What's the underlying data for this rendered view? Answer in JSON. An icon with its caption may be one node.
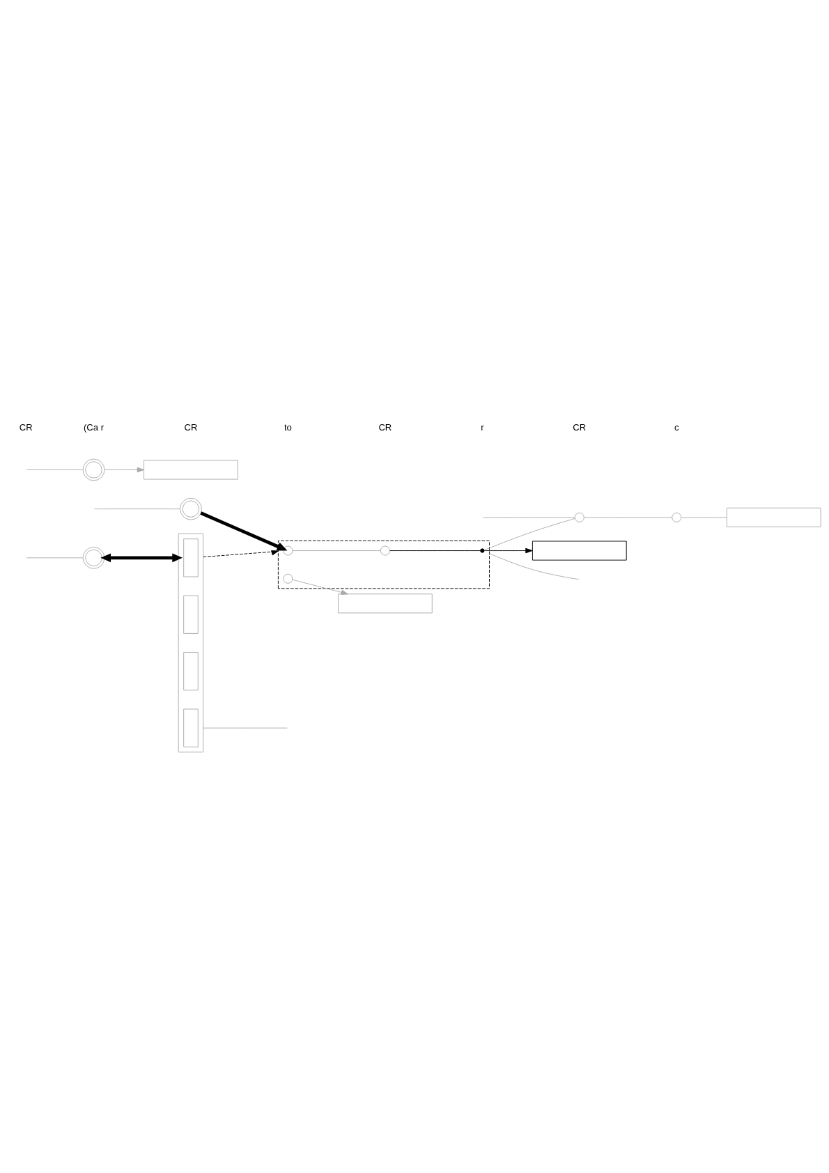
{
  "diagram": {
    "nodes": [
      {
        "text": [],
        "shape": "box"
      },
      {
        "text": [],
        "shape": "circle",
        "in": 0
      },
      {
        "text": [],
        "shape": "circle",
        "in": 0
      },
      {
        "text": [],
        "shape": "circle",
        "in": 0
      },
      {
        "text": [],
        "shape": "dot",
        "in": 0
      },
      {
        "text": [],
        "shape": "circle"
      },
      {
        "text": [],
        "shape": "circle"
      },
      {
        "text": [],
        "shape": "box"
      },
      {
        "text": [],
        "shape": "box"
      },
      {
        "text": [],
        "shape": "box"
      },
      {
        "text": [],
        "shape": "circle"
      },
      {
        "text": [],
        "shape": "box"
      },
      {
        "text": [],
        "shape": "box",
        "in": 11
      },
      {
        "text": [],
        "shape": "box",
        "in": 11
      },
      {
        "text": [],
        "shape": "box",
        "in": 11
      },
      {
        "text": [],
        "shape": "box",
        "in": 11
      },
      {
        "text": [],
        "shape": "circle"
      },
      {
        "text": [],
        "shape": "circle"
      },
      {
        "text": [],
        "shape": "box"
      }
    ],
    "edges": [
      {
        "from": 10,
        "to": 1,
        "arrow": "to",
        "style": "thick",
        "color": "#000000"
      },
      {
        "from": 1,
        "to": 2,
        "arrow": "none"
      },
      {
        "from": 2,
        "to": 4,
        "arrow": "none",
        "color": "#000000"
      },
      {
        "from": 4,
        "to": 8,
        "arrow": "to",
        "color": "#000000"
      },
      {
        "from": 4,
        "to": 5,
        "arrow": "none"
      },
      {
        "from": 5,
        "to": 6,
        "arrow": "none"
      },
      {
        "from": 6,
        "to": 7,
        "arrow": "none"
      },
      {
        "from": 3,
        "to": 9,
        "arrow": "to"
      },
      {
        "from": 11,
        "to": 0,
        "arrow": "to",
        "style": "dashed",
        "color": "#000000"
      },
      {
        "from": 16,
        "to": 11,
        "arrow": "both",
        "style": "thick",
        "color": "#000000"
      },
      {
        "from": 17,
        "to": 18,
        "arrow": "to"
      },
      {
        "from": null,
        "to": 5,
        "arrow": "none"
      },
      {
        "from": null,
        "to": 0,
        "arrow": "none"
      },
      {
        "from": null,
        "to": 10,
        "arrow": "none"
      },
      {
        "from": null,
        "to": 16,
        "arrow": "none"
      },
      {
        "from": null,
        "to": 11,
        "arrow": "none"
      },
      {
        "from": null,
        "to": 17,
        "arrow": "none"
      }
    ],
    "labels": [
      "CR",
      "(Ca r",
      "CR",
      "to",
      "CR",
      "r",
      "CR",
      "c"
    ]
  }
}
